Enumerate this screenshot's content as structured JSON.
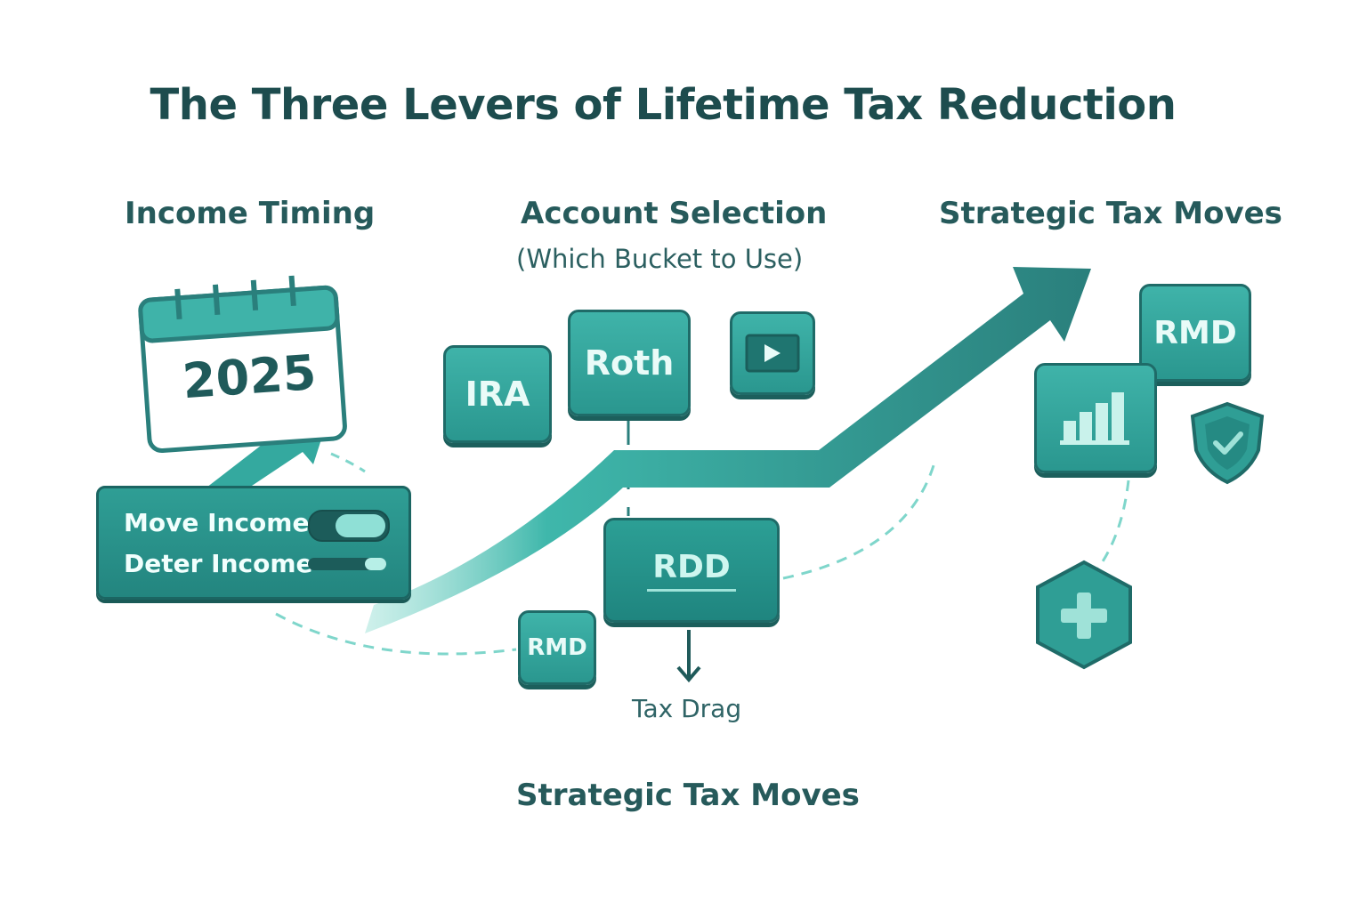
{
  "title": "The Three Levers of Lifetime Tax Reduction",
  "columns": {
    "income": {
      "heading": "Income Timing"
    },
    "account": {
      "heading": "Account Selection",
      "subheading": "(Which Bucket to Use)"
    },
    "strategic": {
      "heading": "Strategic Tax Moves"
    }
  },
  "calendar": {
    "year": "2025",
    "icon": "calendar-icon"
  },
  "income_panel": {
    "move_label": "Move Income",
    "defer_label": "Deter Income",
    "move_toggle_on": true
  },
  "tiles": {
    "ira": "IRA",
    "roth": "Roth",
    "rdd": "RDD",
    "rmd_small": "RMD",
    "rmd_right": "RMD"
  },
  "tax_drag": "Tax Drag",
  "footer_label": "Strategic Tax Moves",
  "icons": {
    "video": "play-icon",
    "bars": "bar-chart-icon",
    "shield": "shield-check-icon",
    "plus": "plus-hexagon-icon",
    "arrow": "growth-arrow",
    "down": "arrow-down-icon"
  },
  "colors": {
    "primary": "#2a978f",
    "dark": "#1f6b68",
    "light": "#8fe0d6",
    "text": "#1d4c4e"
  }
}
